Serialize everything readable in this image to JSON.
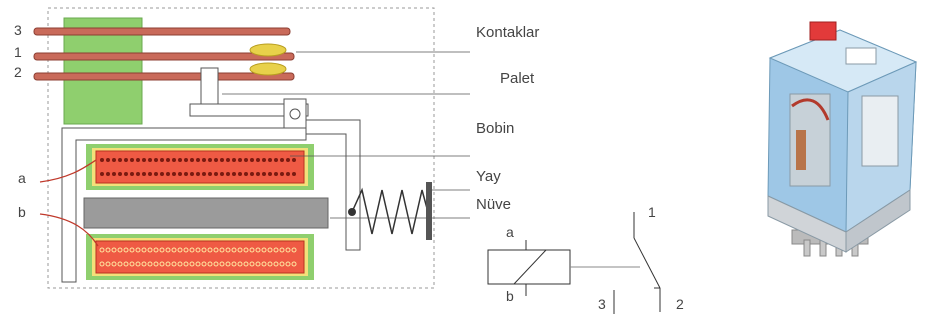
{
  "diagram": {
    "labels": {
      "contacts": "Kontaklar",
      "pallet": "Palet",
      "coil": "Bobin",
      "spring": "Yay",
      "core": "Nüve"
    },
    "contact_numbers": {
      "top": "3",
      "middle": "1",
      "bottom": "2"
    },
    "coil_terminals": {
      "a": "a",
      "b": "b"
    }
  },
  "schematic": {
    "coil_a": "a",
    "coil_b": "b",
    "contact_1": "1",
    "contact_2": "2",
    "contact_3": "3"
  },
  "colors": {
    "contact_strip": "#c96a5a",
    "contact_dot": "#e8d14a",
    "green_block": "#8fcf6e",
    "coil_red": "#ef5a44",
    "coil_border_yellow": "#f3e07a",
    "core_gray": "#9b9b9b",
    "relay_blue": "#9ec7e6"
  }
}
